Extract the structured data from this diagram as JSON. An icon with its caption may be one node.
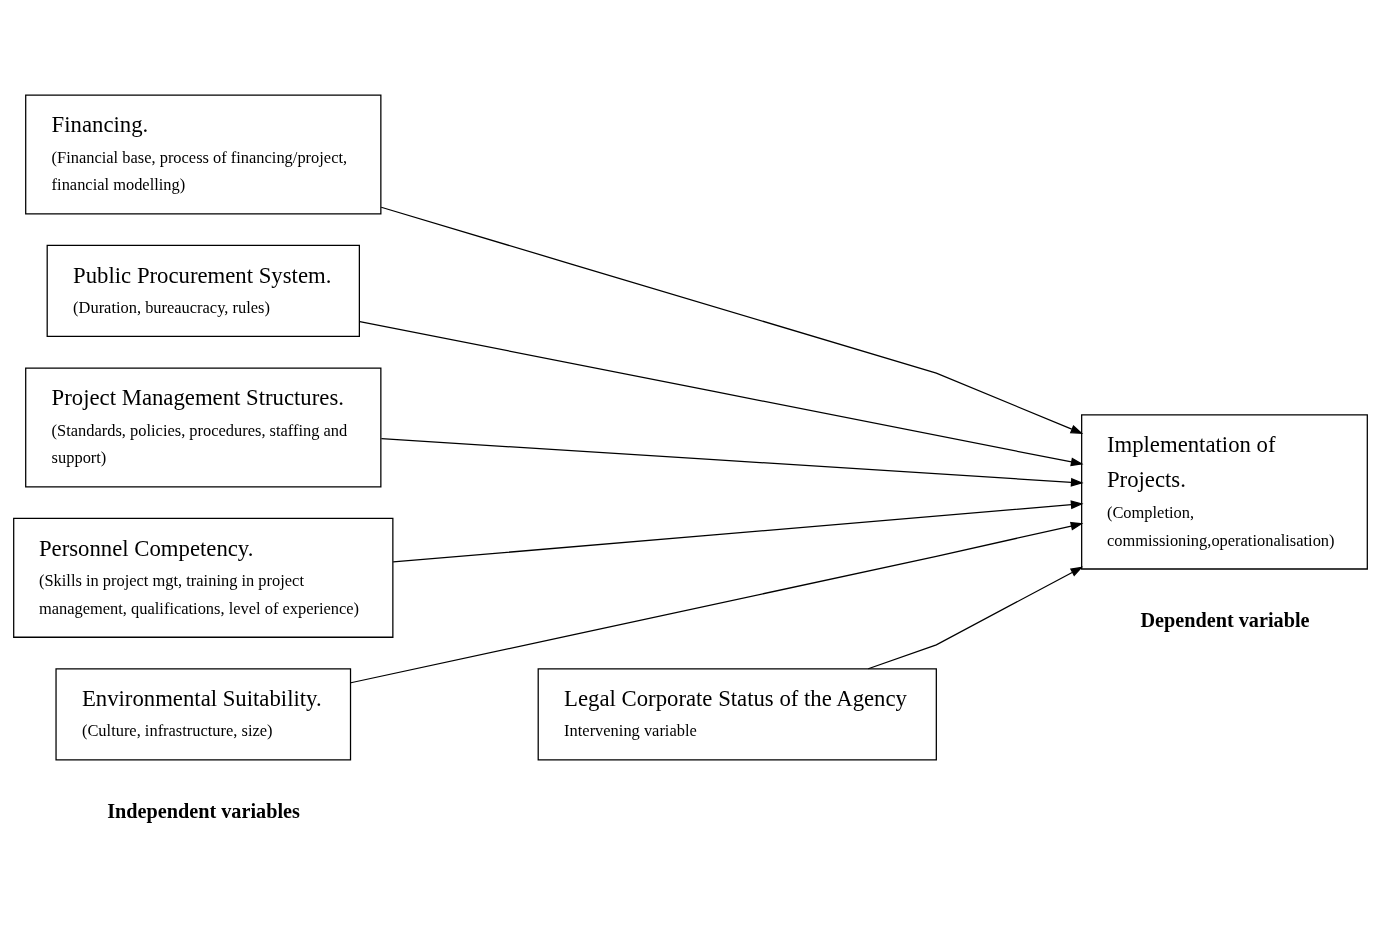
{
  "diagram": {
    "nodes": [
      {
        "text": [
          "Financing.",
          "(Financial base, process of financing/project, financial modelling)"
        ]
      },
      {
        "text": [
          "Public Procurement System.",
          "(Duration, bureaucracy, rules)"
        ]
      },
      {
        "text": [
          "Project Management Structures.",
          "(Standards, policies, procedures, staffing and support)"
        ]
      },
      {
        "text": [
          "Personnel Competency.",
          "(Skills in project mgt, training in project management, qualifications, level of experience)"
        ]
      },
      {
        "text": [
          "Environmental Suitability.",
          "(Culture, infrastructure, size)"
        ]
      },
      {
        "text": [
          "Implementation of Projects.",
          "(Completion, commissioning,operationalisation)"
        ]
      },
      {
        "text": [
          "Legal Corporate Status of the Agency",
          "Intervening variable"
        ]
      }
    ],
    "edges": [
      {
        "from": 0,
        "to": 5,
        "arrow": "to"
      },
      {
        "from": 1,
        "to": 5,
        "arrow": "to"
      },
      {
        "from": 2,
        "to": 5,
        "arrow": "to"
      },
      {
        "from": 3,
        "to": 5,
        "arrow": "to"
      },
      {
        "from": 4,
        "to": 5,
        "arrow": "to"
      },
      {
        "from": 6,
        "to": 5,
        "arrow": "to"
      }
    ],
    "labels": [
      "Independent variables",
      "Dependent variable"
    ]
  }
}
